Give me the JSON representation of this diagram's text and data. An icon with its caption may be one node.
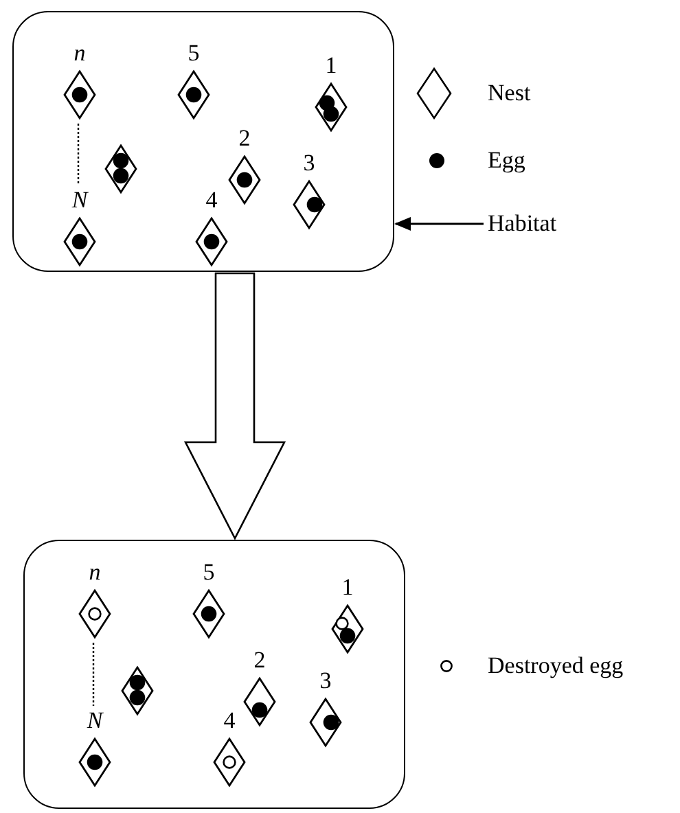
{
  "diagram": {
    "nodes": [
      {
        "text": [],
        "shape": "box"
      },
      {
        "text": [],
        "shape": "diamond",
        "beside": [
          "n"
        ],
        "in": 0
      },
      {
        "text": [],
        "shape": "diamond",
        "beside": [
          "5"
        ],
        "in": 0
      },
      {
        "text": [],
        "shape": "diamond",
        "beside": [
          "1"
        ],
        "in": 0
      },
      {
        "text": [],
        "shape": "diamond",
        "in": 0
      },
      {
        "text": [],
        "shape": "diamond",
        "beside": [
          "2"
        ],
        "in": 0
      },
      {
        "text": [],
        "shape": "diamond",
        "beside": [
          "3"
        ],
        "in": 0
      },
      {
        "text": [],
        "shape": "diamond",
        "beside": [
          "N"
        ],
        "in": 0
      },
      {
        "text": [],
        "shape": "diamond",
        "beside": [
          "4"
        ],
        "in": 0
      },
      {
        "text": [
          "Habitat"
        ]
      },
      {
        "text": [],
        "shape": "box"
      },
      {
        "text": [],
        "shape": "diamond",
        "beside": [
          "n"
        ],
        "in": 10
      },
      {
        "text": [],
        "shape": "diamond",
        "beside": [
          "5"
        ],
        "in": 10
      },
      {
        "text": [],
        "shape": "diamond",
        "beside": [
          "1"
        ],
        "in": 10
      },
      {
        "text": [],
        "shape": "diamond",
        "in": 10
      },
      {
        "text": [],
        "shape": "diamond",
        "beside": [
          "2"
        ],
        "in": 10
      },
      {
        "text": [],
        "shape": "diamond",
        "beside": [
          "3"
        ],
        "in": 10
      },
      {
        "text": [],
        "shape": "diamond",
        "beside": [
          "N"
        ],
        "in": 10
      },
      {
        "text": [],
        "shape": "diamond",
        "beside": [
          "4"
        ],
        "in": 10
      }
    ],
    "edges": [
      {
        "from": 9,
        "to": 0,
        "arrow": "to"
      },
      {
        "from": 0,
        "to": 10,
        "arrow": "to",
        "style": "thick"
      }
    ],
    "legend": [
      {
        "text": "Nest"
      },
      {
        "text": "Egg"
      },
      {
        "text": "Destroyed egg"
      }
    ]
  }
}
